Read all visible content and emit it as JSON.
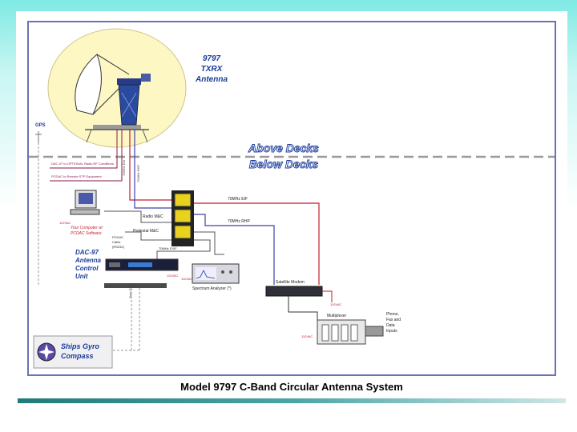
{
  "antenna_label": [
    "9797",
    "TXRX",
    "Antenna"
  ],
  "gps_label": "GPS",
  "above_decks": "Above Decks",
  "below_decks": "Below Decks",
  "cable_top_1": "DAC-97 to OPTIONAL Radio RF Conditions",
  "cable_top_2": "PCDAC to Remote STP Equipment",
  "cable_v1": "70MHz EIA",
  "cable_v2": "70MHz RHP",
  "computer_label": [
    "Your Computer w/",
    "PCDAC Software"
  ],
  "radio_mc": "Radio M&C",
  "pedestal_mc": "Pedestal M&C",
  "pcdac_cable": [
    "PCDAC",
    "Cable",
    "(RS232)"
  ],
  "rf_70_eif": "70MHz EIF",
  "rf_70_rhp": "70MHz RHP",
  "rf_70_exif": "70MHz EXIF",
  "dac_label": [
    "DAC-97",
    "Antenna",
    "Control",
    "Unit"
  ],
  "power_vac": "110VAC",
  "spectrum_label": "Spectrum Analyzer (*)",
  "satellite_modem": "Satellite Modem",
  "multiplexer": "Multiplexer",
  "phone_label": [
    "Phone,",
    "Fax and",
    "Data",
    "Inputs"
  ],
  "gyro_label": [
    "Ships Gyro",
    "Compass"
  ],
  "sync_label": "Gyro SYN",
  "caption": "Model 9797 C-Band Circular Antenna System"
}
